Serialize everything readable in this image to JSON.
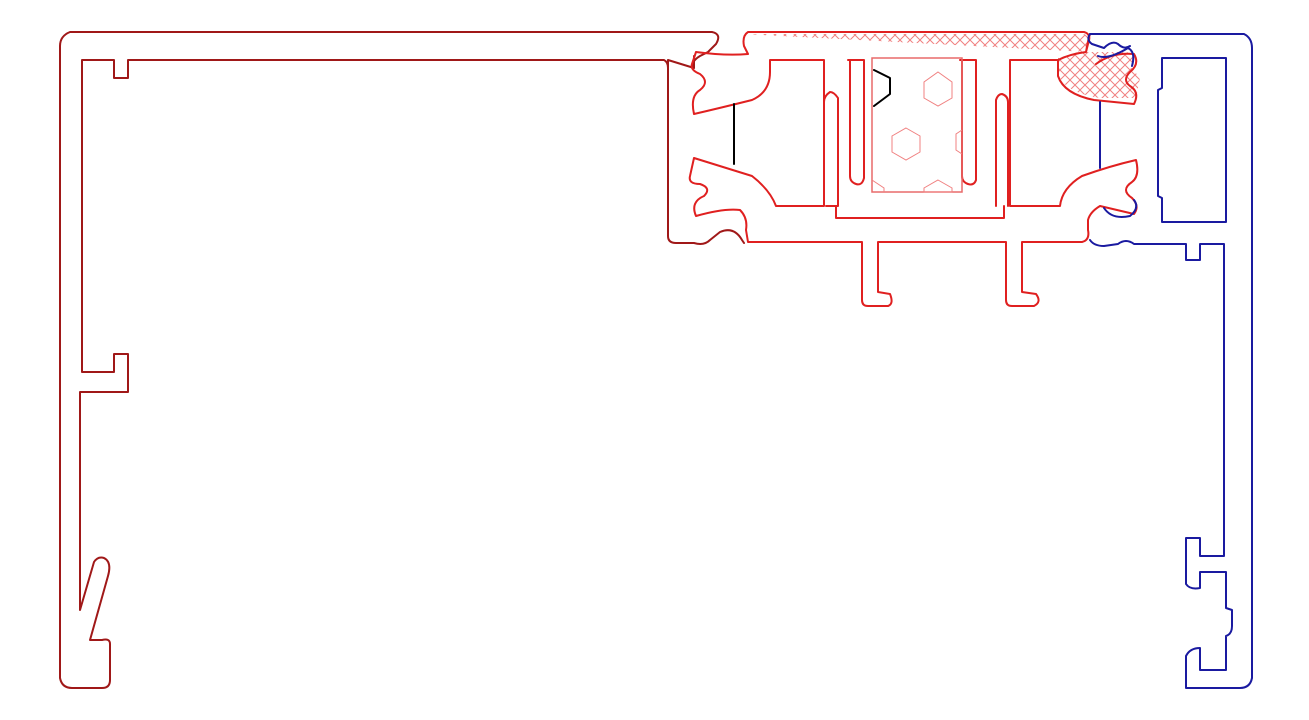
{
  "diagram": {
    "type": "aluminium profile cross-section",
    "colors": {
      "left_profile": "#a01818",
      "thermal_break": "#e02020",
      "thermal_break_hatch": "#f08080",
      "insulation_core": "#e86a6a",
      "right_profile": "#1a1aa0",
      "gasket": "#000000",
      "background": "#ffffff"
    },
    "parts": [
      "left-aluminium-profile",
      "polyamide-thermal-break",
      "insulation-core",
      "right-aluminium-profile",
      "gasket"
    ]
  }
}
